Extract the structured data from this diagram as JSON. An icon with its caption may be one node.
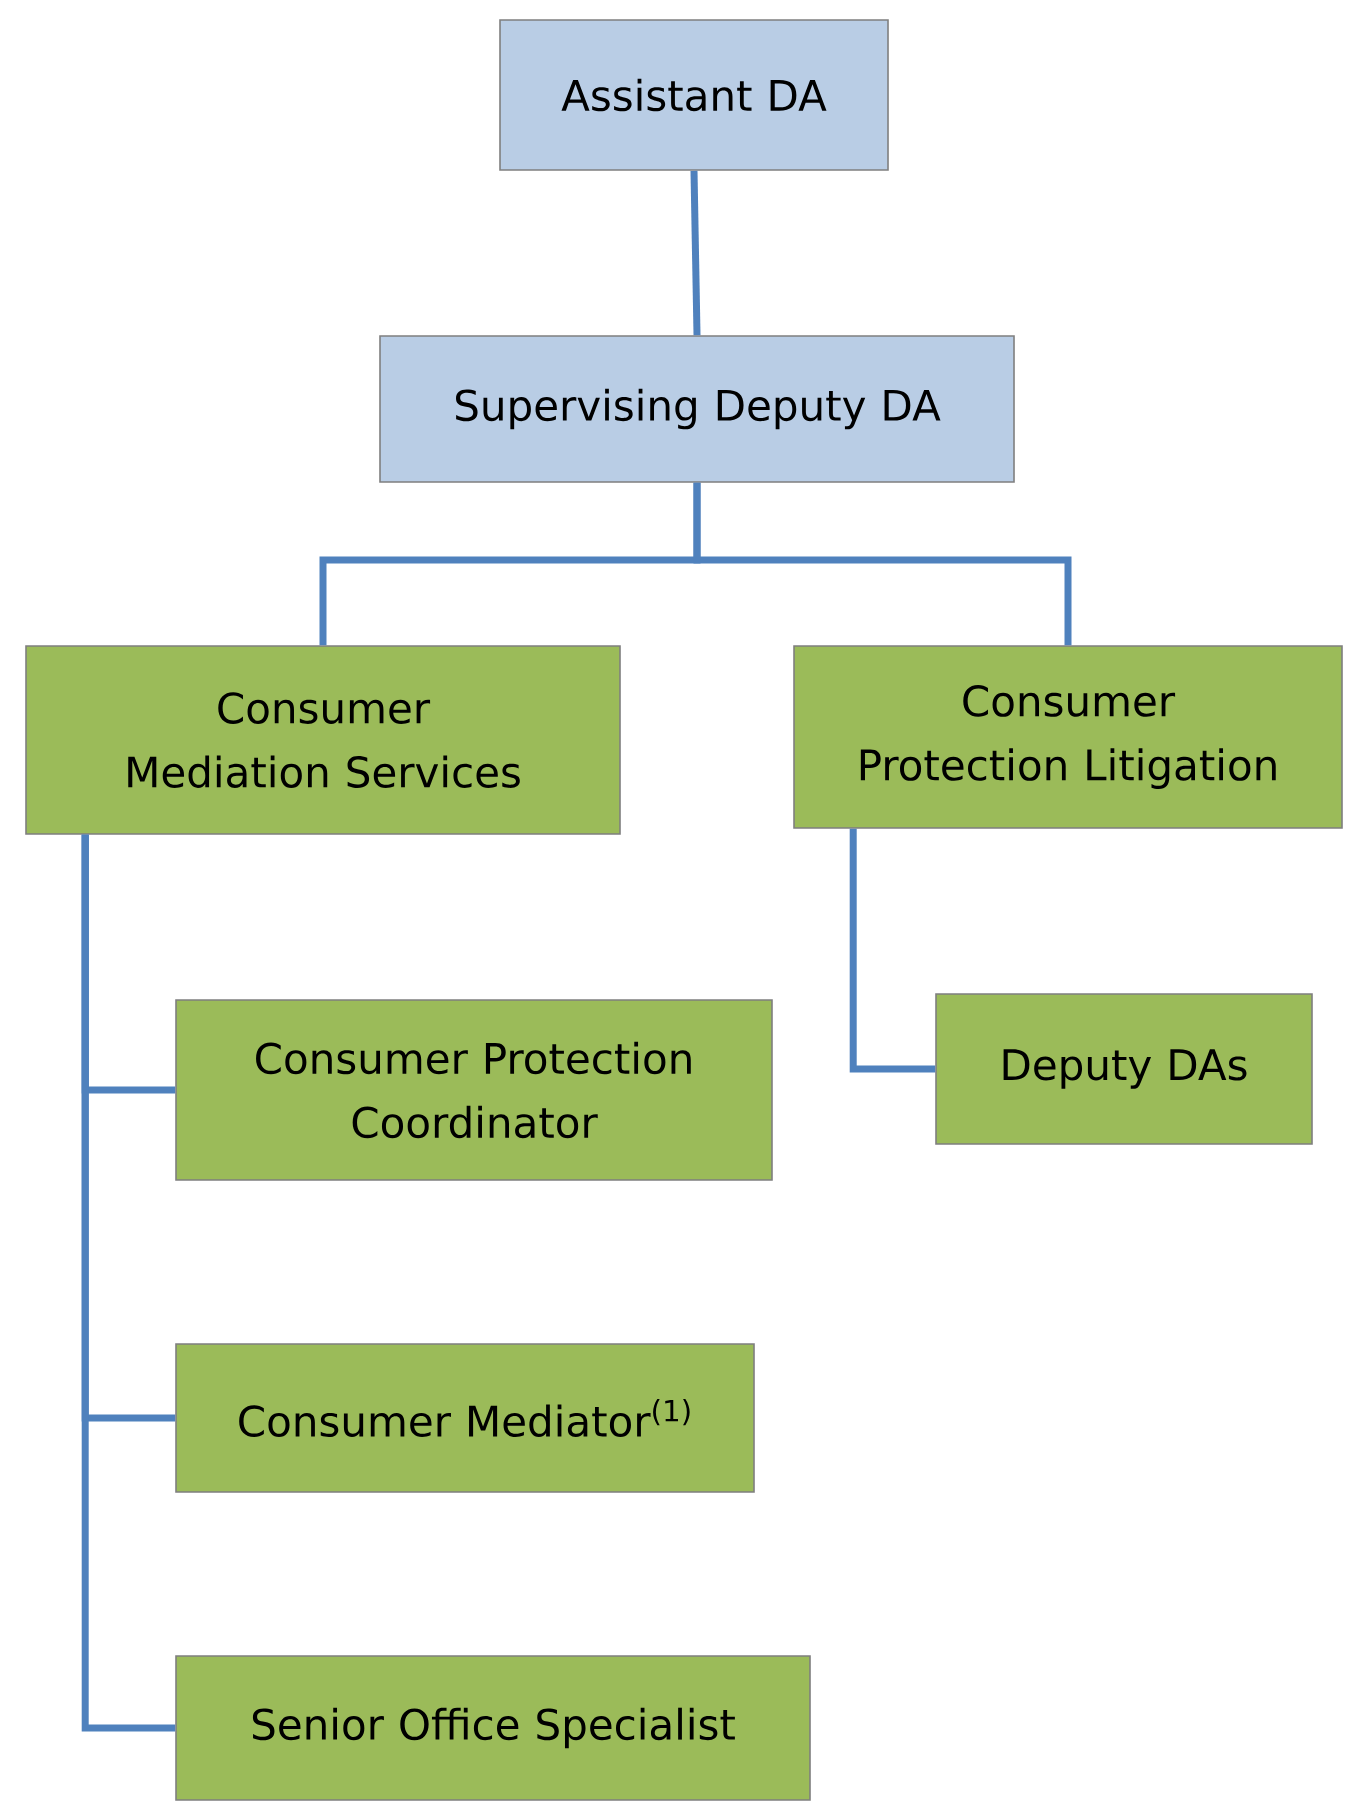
{
  "diagram": {
    "nodes": [
      {
        "text": [
          "Assistant DA"
        ]
      },
      {
        "text": [
          "Supervising Deputy DA"
        ]
      },
      {
        "text": [
          "Consumer Mediation Services"
        ]
      },
      {
        "text": [
          "Consumer Protection Litigation"
        ]
      },
      {
        "text": [
          "Consumer Protection Coordinator"
        ]
      },
      {
        "text": [
          "Consumer Mediator$^{(1)}$"
        ]
      },
      {
        "text": [
          "Senior Office Specialist"
        ]
      },
      {
        "text": [
          "Deputy DAs"
        ]
      }
    ],
    "edges": [
      {
        "from": 0,
        "to": 1,
        "arrow": "none"
      },
      {
        "from": 1,
        "to": 2,
        "arrow": "none"
      },
      {
        "from": 1,
        "to": 3,
        "arrow": "none"
      },
      {
        "from": 2,
        "to": 4,
        "arrow": "none"
      },
      {
        "from": 2,
        "to": 5,
        "arrow": "none"
      },
      {
        "from": 2,
        "to": 6,
        "arrow": "none"
      },
      {
        "from": 3,
        "to": 7,
        "arrow": "none"
      }
    ]
  }
}
